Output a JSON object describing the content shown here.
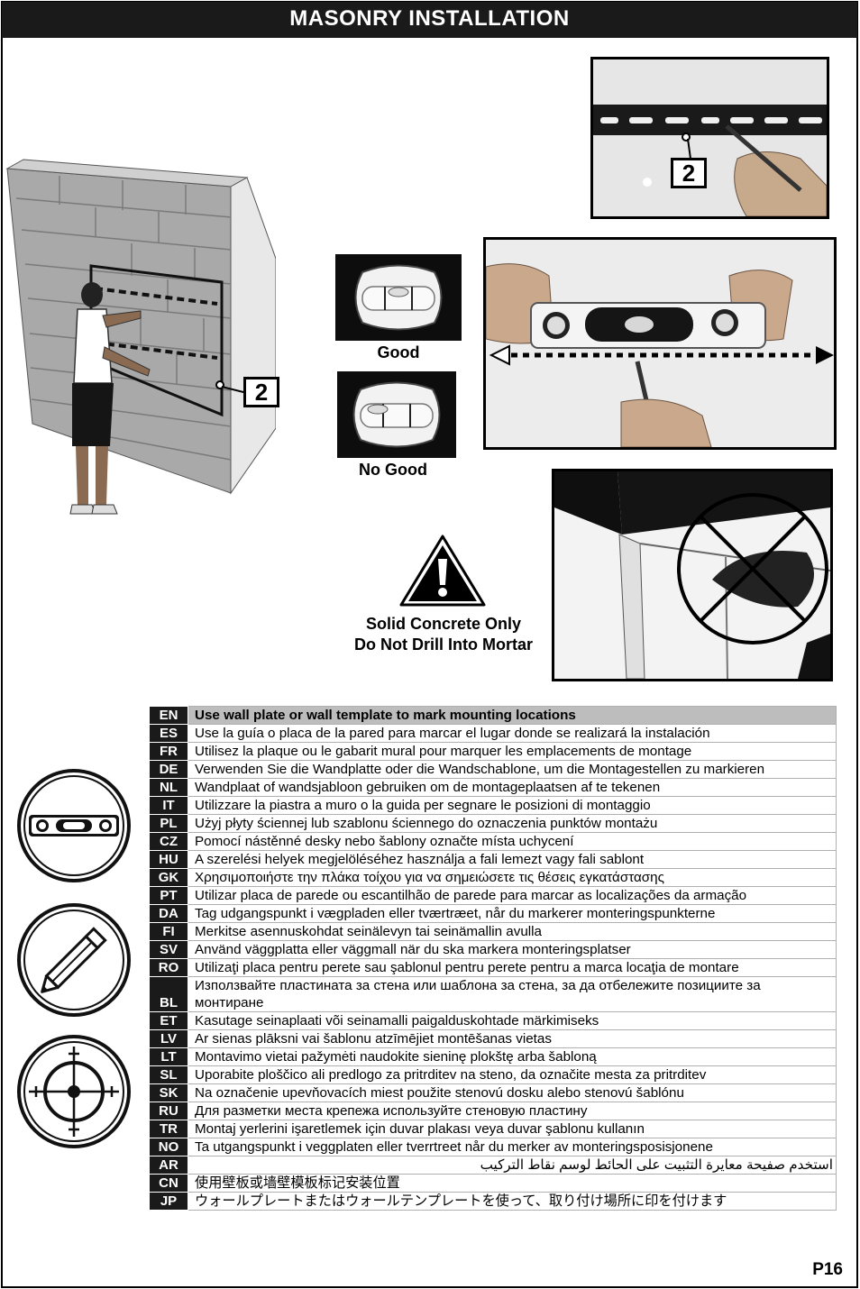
{
  "header": {
    "title": "MASONRY INSTALLATION"
  },
  "callouts": {
    "wall_step": "2",
    "template_step": "2"
  },
  "level_check": {
    "good_label": "Good",
    "no_good_label": "No Good"
  },
  "warning": {
    "line1": "Solid Concrete Only",
    "line2": "Do Not Drill Into Mortar"
  },
  "icons": [
    "level-icon",
    "pencil-icon",
    "crosshair-icon",
    "warning-triangle-icon"
  ],
  "instructions": [
    {
      "code": "EN",
      "text": "Use wall plate or wall template to mark mounting locations"
    },
    {
      "code": "ES",
      "text": "Use la guía o placa de la pared para marcar el lugar donde se realizará la instalación"
    },
    {
      "code": "FR",
      "text": "Utilisez la plaque ou le gabarit mural pour marquer les emplacements de montage"
    },
    {
      "code": "DE",
      "text": "Verwenden Sie die Wandplatte oder die Wandschablone, um die Montagestellen zu markieren"
    },
    {
      "code": "NL",
      "text": "Wandplaat of wandsjabloon gebruiken om de montageplaatsen af te tekenen"
    },
    {
      "code": "IT",
      "text": "Utilizzare la piastra a muro o la guida per segnare le posizioni di montaggio"
    },
    {
      "code": "PL",
      "text": "Użyj płyty ściennej lub szablonu ściennego do oznaczenia punktów montażu"
    },
    {
      "code": "CZ",
      "text": "Pomocí nástěnné desky nebo šablony označte místa uchycení"
    },
    {
      "code": "HU",
      "text": "A szerelési helyek megjelöléséhez használja a fali lemezt vagy fali sablont"
    },
    {
      "code": "GK",
      "text": "Χρησιμοποιήστε την πλάκα τοίχου για να σημειώσετε τις θέσεις εγκατάστασης"
    },
    {
      "code": "PT",
      "text": "Utilizar placa de parede ou escantilhão de parede para marcar as localizações da armação"
    },
    {
      "code": "DA",
      "text": "Tag udgangspunkt i vægpladen eller tværtræet, når du markerer monteringspunkterne"
    },
    {
      "code": "FI",
      "text": "Merkitse asennuskohdat seinälevyn tai seinämallin avulla"
    },
    {
      "code": "SV",
      "text": "Använd väggplatta eller väggmall när du ska markera monteringsplatser"
    },
    {
      "code": "RO",
      "text": "Utilizaţi placa pentru perete sau şablonul pentru perete pentru a marca locaţia de montare"
    },
    {
      "code": "BL",
      "text": "Използвайте пластината за стена или шаблона за стена, за да отбележите позициите за монтиране"
    },
    {
      "code": "ET",
      "text": "Kasutage seinaplaati või seinamalli paigalduskohtade märkimiseks"
    },
    {
      "code": "LV",
      "text": "Ar sienas plāksni vai šablonu atzīmējiet montēšanas vietas"
    },
    {
      "code": "LT",
      "text": "Montavimo vietai pažymėti naudokite sieninę plokštę arba šabloną"
    },
    {
      "code": "SL",
      "text": "Uporabite ploščico ali predlogo za pritrditev na steno, da označite mesta za pritrditev"
    },
    {
      "code": "SK",
      "text": "Na označenie upevňovacích miest použite stenovú dosku alebo stenovú šablónu"
    },
    {
      "code": "RU",
      "text": "Для разметки места крепежа используйте стеновую пластину"
    },
    {
      "code": "TR",
      "text": "Montaj yerlerini işaretlemek için duvar plakası veya duvar şablonu kullanın"
    },
    {
      "code": "NO",
      "text": "Ta utgangspunkt i veggplaten eller tverrtreet når du merker av monteringsposisjonene"
    },
    {
      "code": "AR",
      "text": "استخدم صفيحة معايرة التثبيت على الحائط لوسم نقاط التركيب"
    },
    {
      "code": "CN",
      "text": "使用壁板或墙壁模板标记安装位置"
    },
    {
      "code": "JP",
      "text": "ウォールプレートまたはウォールテンプレートを使って、取り付け場所に印を付けます"
    }
  ],
  "footer": {
    "page_number": "P16"
  }
}
